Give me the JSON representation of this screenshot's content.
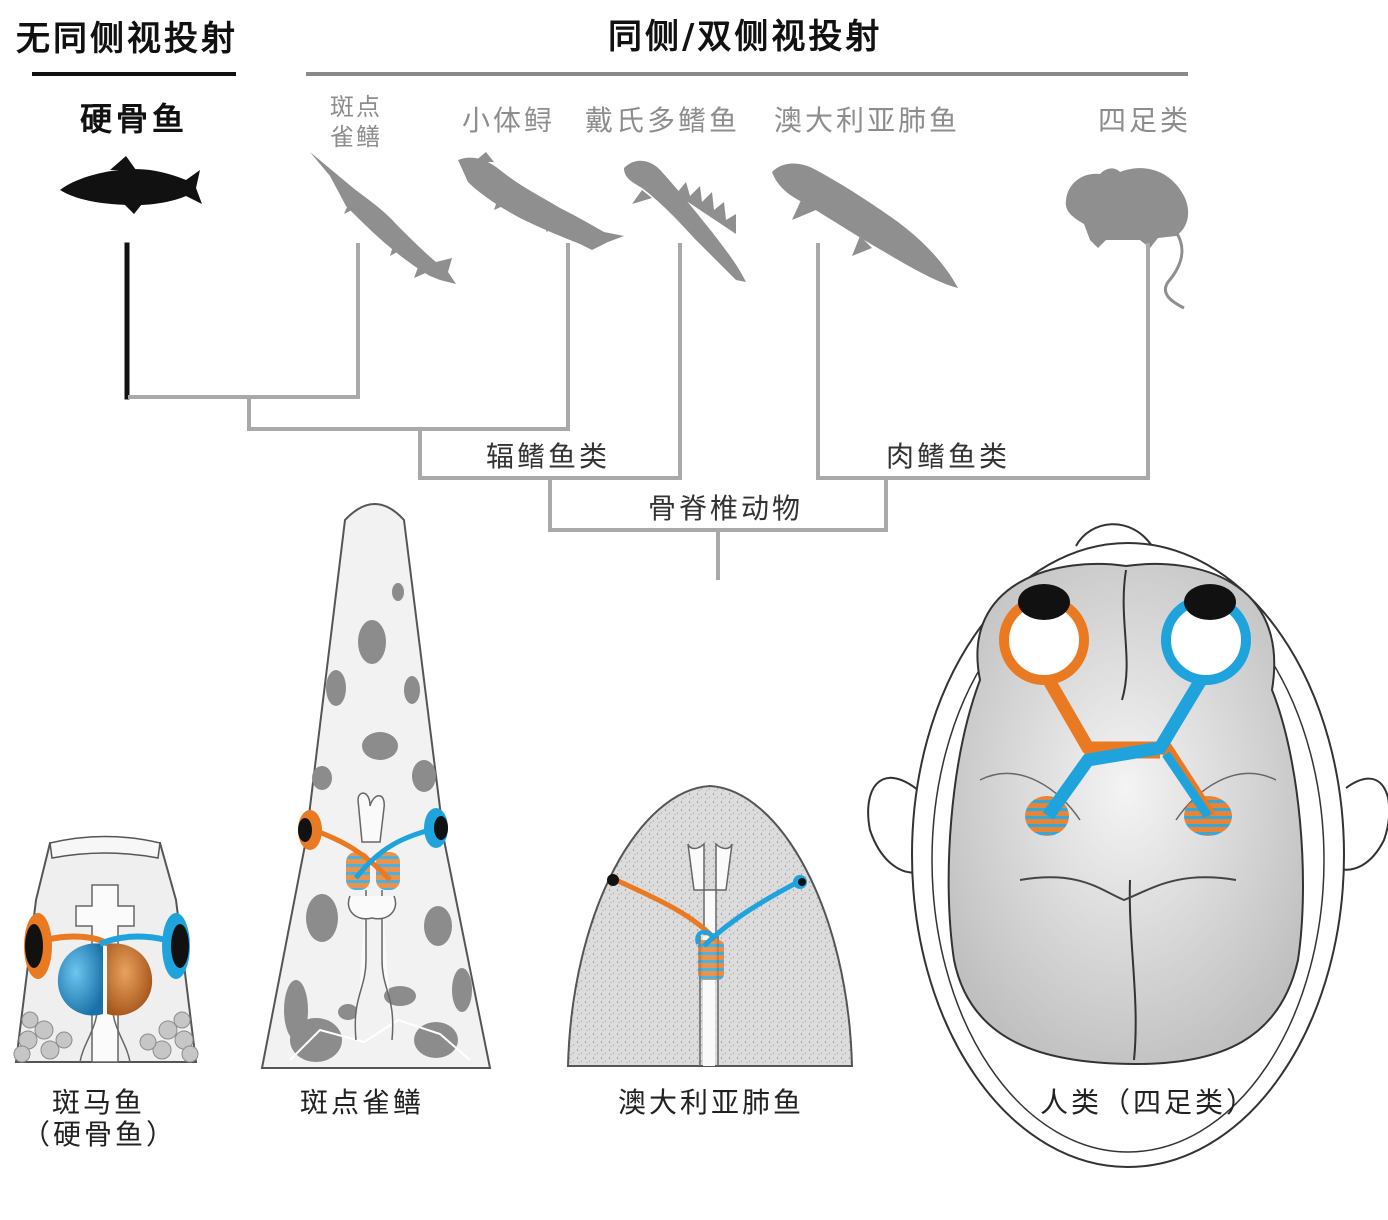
{
  "headers": {
    "no_ipsilateral": "无同侧视投射",
    "ipsi_bilateral": "同侧/双侧视投射"
  },
  "taxa": {
    "teleost": "硬骨鱼",
    "gar_line1": "斑点",
    "gar_line2": "雀鳝",
    "sturgeon": "小体鲟",
    "bichir": "戴氏多鳍鱼",
    "lungfish": "澳大利亚肺鱼",
    "tetrapod": "四足类"
  },
  "clades": {
    "ray_finned": "辐鳍鱼类",
    "lobe_finned": "肉鳍鱼类",
    "vertebrates": "骨脊椎动物"
  },
  "captions": {
    "zebrafish_line1": "斑马鱼",
    "zebrafish_line2": "（硬骨鱼）",
    "gar": "斑点雀鳝",
    "lungfish": "澳大利亚肺鱼",
    "human": "人类（四足类）"
  },
  "colors": {
    "ipsilateral": "#e97a22",
    "contralateral": "#1ea3dd",
    "tree_dark": "#111111",
    "tree_gray": "#a9a9a9",
    "silhouette_dark": "#111111",
    "silhouette_gray": "#8f8f8f"
  },
  "icons": [
    "fish-silhouette-icon",
    "gar-silhouette-icon",
    "sturgeon-silhouette-icon",
    "bichir-silhouette-icon",
    "lungfish-silhouette-icon",
    "mouse-silhouette-icon"
  ]
}
